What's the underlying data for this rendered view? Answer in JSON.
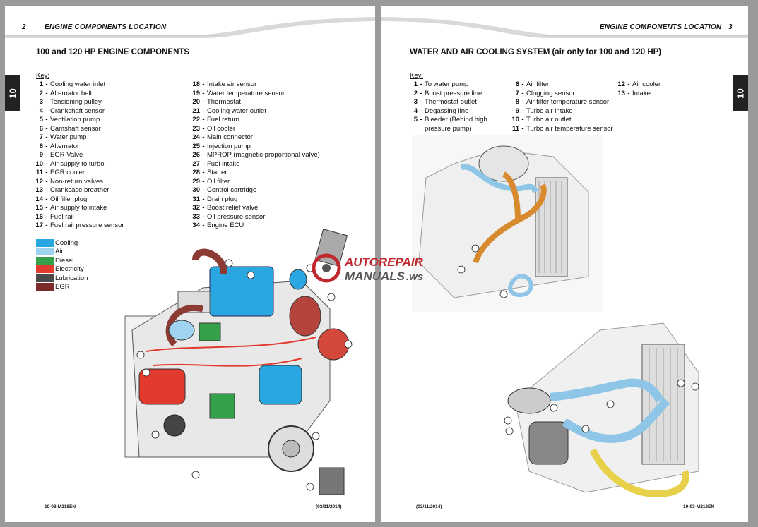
{
  "left_page": {
    "page_number": "2",
    "header_title": "ENGINE COMPONENTS LOCATION",
    "section_title": "100 and 120 HP ENGINE COMPONENTS",
    "tab_label": "10",
    "key_label": "Key:",
    "key_col1": [
      {
        "n": "1",
        "t": "Cooling water inlet"
      },
      {
        "n": "2",
        "t": "Alternator belt"
      },
      {
        "n": "3",
        "t": "Tensioning pulley"
      },
      {
        "n": "4",
        "t": "Crankshaft sensor"
      },
      {
        "n": "5",
        "t": "Ventilation pump"
      },
      {
        "n": "6",
        "t": "Camshaft sensor"
      },
      {
        "n": "7",
        "t": "Water pump"
      },
      {
        "n": "8",
        "t": "Alternator"
      },
      {
        "n": "9",
        "t": "EGR Valve"
      },
      {
        "n": "10",
        "t": "Air supply to turbo"
      },
      {
        "n": "11",
        "t": "EGR cooler"
      },
      {
        "n": "12",
        "t": "Non-return valves"
      },
      {
        "n": "13",
        "t": "Crankcase breather"
      },
      {
        "n": "14",
        "t": "Oil filler plug"
      },
      {
        "n": "15",
        "t": "Air supply to intake"
      },
      {
        "n": "16",
        "t": "Fuel rail"
      },
      {
        "n": "17",
        "t": "Fuel rail pressure sensor"
      }
    ],
    "key_col2": [
      {
        "n": "18",
        "t": "Intake air sensor"
      },
      {
        "n": "19",
        "t": "Water temperature sensor"
      },
      {
        "n": "20",
        "t": "Thermostat"
      },
      {
        "n": "21",
        "t": "Cooling water outlet"
      },
      {
        "n": "22",
        "t": "Fuel return"
      },
      {
        "n": "23",
        "t": "Oil cooler"
      },
      {
        "n": "24",
        "t": "Main connector"
      },
      {
        "n": "25",
        "t": "Injection pump"
      },
      {
        "n": "26",
        "t": "MPROP (magnetic proportional valve)"
      },
      {
        "n": "27",
        "t": "Fuel intake"
      },
      {
        "n": "28",
        "t": "Starter"
      },
      {
        "n": "29",
        "t": "Oil filter"
      },
      {
        "n": "30",
        "t": "Control cartridge"
      },
      {
        "n": "31",
        "t": "Drain plug"
      },
      {
        "n": "32",
        "t": "Boost relief valve"
      },
      {
        "n": "33",
        "t": "Oil pressure sensor"
      },
      {
        "n": "34",
        "t": "Engine ECU"
      }
    ],
    "legend": [
      {
        "label": "Cooling",
        "color": "#2aa6e0"
      },
      {
        "label": "Air",
        "color": "#9fd3ef"
      },
      {
        "label": "Diesel",
        "color": "#35a04a"
      },
      {
        "label": "Electricity",
        "color": "#e23a2e"
      },
      {
        "label": "Lubrication",
        "color": "#4a4a4a"
      },
      {
        "label": "EGR",
        "color": "#7b2a2a"
      }
    ],
    "footer_left": "10-03-M218EN",
    "footer_right": "(03/11/2014)"
  },
  "right_page": {
    "page_number": "3",
    "header_title": "ENGINE COMPONENTS LOCATION",
    "section_title": "WATER AND AIR COOLING SYSTEM (air only for 100 and 120 HP)",
    "tab_label": "10",
    "key_label": "Key:",
    "key_col1": [
      {
        "n": "1",
        "t": "To water pump"
      },
      {
        "n": "2",
        "t": "Boost pressure line"
      },
      {
        "n": "3",
        "t": "Thermostat outlet"
      },
      {
        "n": "4",
        "t": "Degassing line"
      },
      {
        "n": "5",
        "t": "Bleeder (Behind high"
      },
      {
        "n": "",
        "t": "pressure pump)"
      }
    ],
    "key_col2": [
      {
        "n": "6",
        "t": "Air filter"
      },
      {
        "n": "7",
        "t": "Clogging sensor"
      },
      {
        "n": "8",
        "t": "Air filter temperature sensor"
      },
      {
        "n": "9",
        "t": "Turbo air intake"
      },
      {
        "n": "10",
        "t": "Turbo air outlet"
      },
      {
        "n": "11",
        "t": "Turbo air temperature sensor"
      }
    ],
    "key_col3": [
      {
        "n": "12",
        "t": "Air cooler"
      },
      {
        "n": "13",
        "t": "Intake"
      }
    ],
    "footer_left": "(03/11/2014)",
    "footer_right": "10-03-M218EN"
  },
  "watermark": {
    "line1": "AUTOREPAIR",
    "line2": "MANUALS",
    "suffix": ".ws"
  }
}
